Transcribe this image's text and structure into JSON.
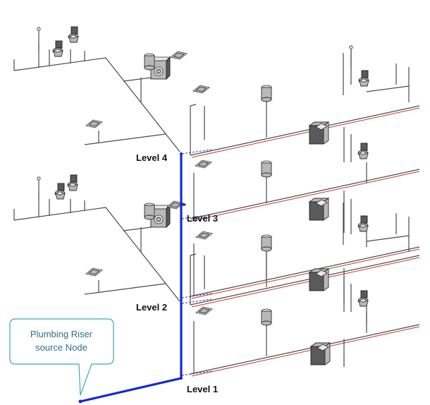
{
  "labels": {
    "level_4": "Level 4",
    "level_3": "Level 3",
    "level_2": "Level 2",
    "level_1": "Level 1"
  },
  "callout": {
    "line1": "Plumbing Riser",
    "line2": "source Node"
  },
  "colors": {
    "riser": "#1428d8",
    "pipe": "#4a4a4a",
    "callout_border": "#3aa6b8",
    "callout_text": "#2d6f8c"
  }
}
